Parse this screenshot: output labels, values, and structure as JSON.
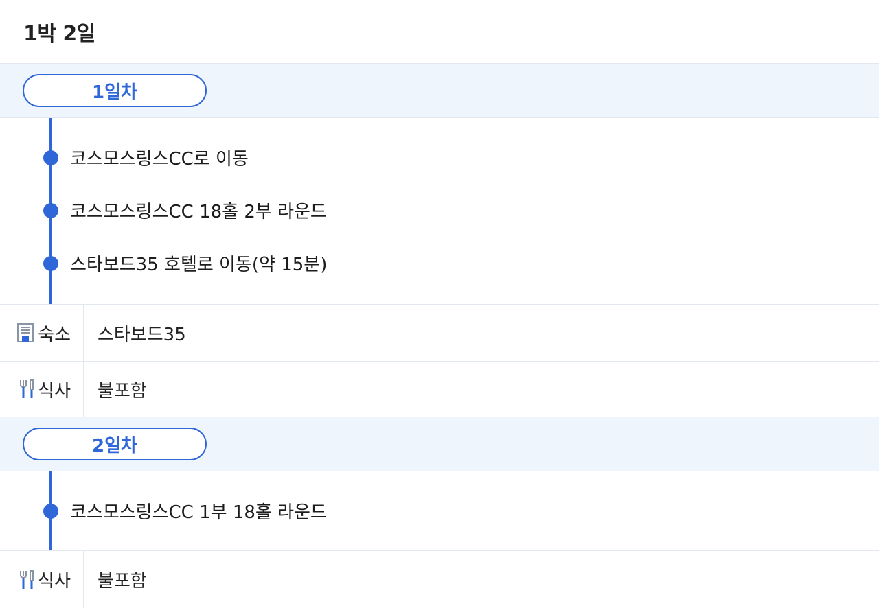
{
  "title": "1박 2일",
  "days": [
    {
      "label": "1일차",
      "items": [
        "코스모스링스CC로 이동",
        "코스모스링스CC 18홀 2부 라운드",
        "스타보드35 호텔로 이동(약 15분)"
      ],
      "lodging": {
        "label": "숙소",
        "value": "스타보드35"
      },
      "meal": {
        "label": "식사",
        "value": "불포함"
      }
    },
    {
      "label": "2일차",
      "items": [
        "코스모스링스CC 1부 18홀 라운드"
      ],
      "meal": {
        "label": "식사",
        "value": "불포함"
      }
    }
  ],
  "colors": {
    "accent": "#2f67d8",
    "day_header_bg": "#eef5fd"
  },
  "icons": {
    "lodging": "building-icon",
    "meal": "fork-knife-icon"
  }
}
